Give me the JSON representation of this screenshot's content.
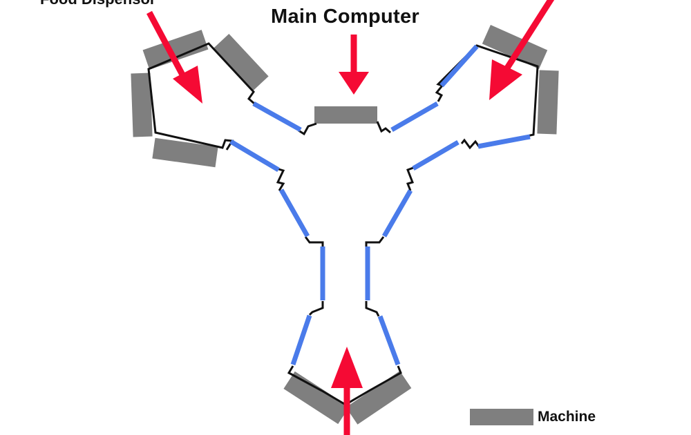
{
  "labels": {
    "top_left": "Food Dispensor",
    "main_computer": "Main Computer"
  },
  "legend": {
    "label": "Machine",
    "swatch_color": "#7f7f7f"
  },
  "colors": {
    "wall": "#111111",
    "window": "#4a7bea",
    "machine": "#7f7f7f",
    "arrow": "#f50a34"
  }
}
